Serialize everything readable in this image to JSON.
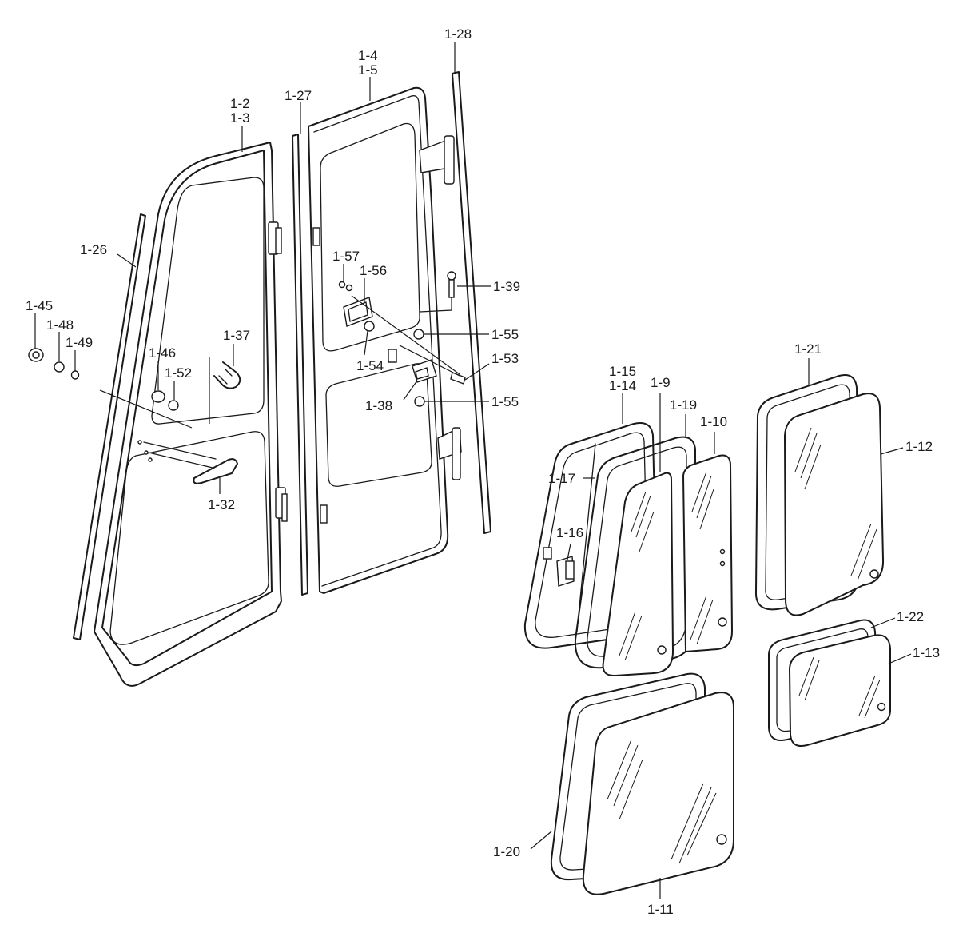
{
  "labels": {
    "l_1_2": "1-2",
    "l_1_3": "1-3",
    "l_1_4": "1-4",
    "l_1_5": "1-5",
    "l_1_9": "1-9",
    "l_1_10": "1-10",
    "l_1_11": "1-11",
    "l_1_12": "1-12",
    "l_1_13": "1-13",
    "l_1_14": "1-14",
    "l_1_15": "1-15",
    "l_1_16": "1-16",
    "l_1_17": "1-17",
    "l_1_19": "1-19",
    "l_1_20": "1-20",
    "l_1_21": "1-21",
    "l_1_22": "1-22",
    "l_1_26": "1-26",
    "l_1_27": "1-27",
    "l_1_28": "1-28",
    "l_1_32": "1-32",
    "l_1_37": "1-37",
    "l_1_38": "1-38",
    "l_1_39": "1-39",
    "l_1_45": "1-45",
    "l_1_46": "1-46",
    "l_1_48": "1-48",
    "l_1_49": "1-49",
    "l_1_52": "1-52",
    "l_1_53": "1-53",
    "l_1_54": "1-54",
    "l_1_55_a": "1-55",
    "l_1_55_b": "1-55",
    "l_1_56": "1-56",
    "l_1_57": "1-57"
  }
}
